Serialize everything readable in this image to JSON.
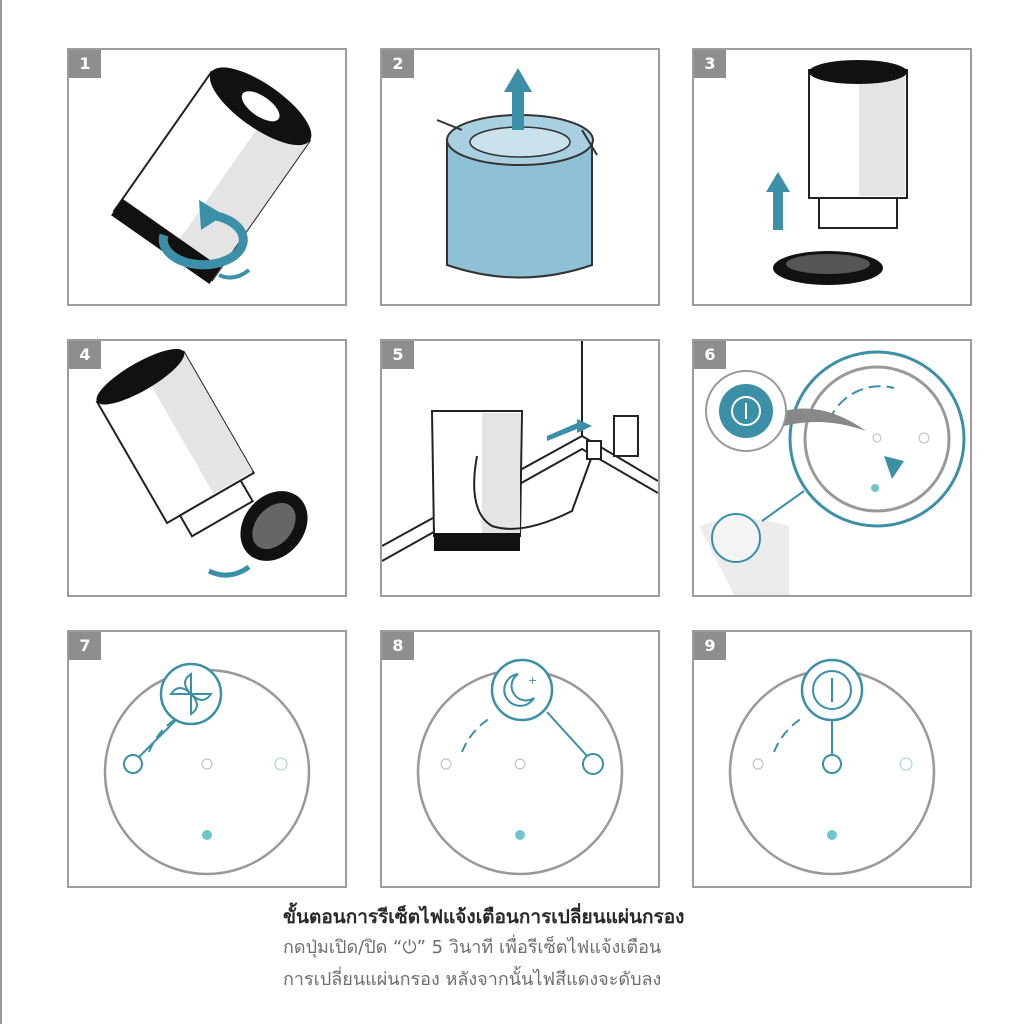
{
  "colors": {
    "accent": "#3b8fa6",
    "filter_blue": "#8fc1d6",
    "badge": "#8e8e8e",
    "frame": "#9c9c9c"
  },
  "steps": [
    {
      "number": "1"
    },
    {
      "number": "2"
    },
    {
      "number": "3"
    },
    {
      "number": "4"
    },
    {
      "number": "5"
    },
    {
      "number": "6"
    },
    {
      "number": "7"
    },
    {
      "number": "8"
    },
    {
      "number": "9"
    }
  ],
  "caption": {
    "title": "ขั้นตอนการรีเซ็ตไฟแจ้งเตือนการเปลี่ยนแผ่นกรอง",
    "line1": "กดปุ่มเปิด/ปิด “⏻” 5 วินาที เพื่อรีเซ็ตไฟแจ้งเตือน",
    "line2": "การเปลี่ยนแผ่นกรอง หลังจากนั้นไฟสีแดงจะดับลง"
  }
}
